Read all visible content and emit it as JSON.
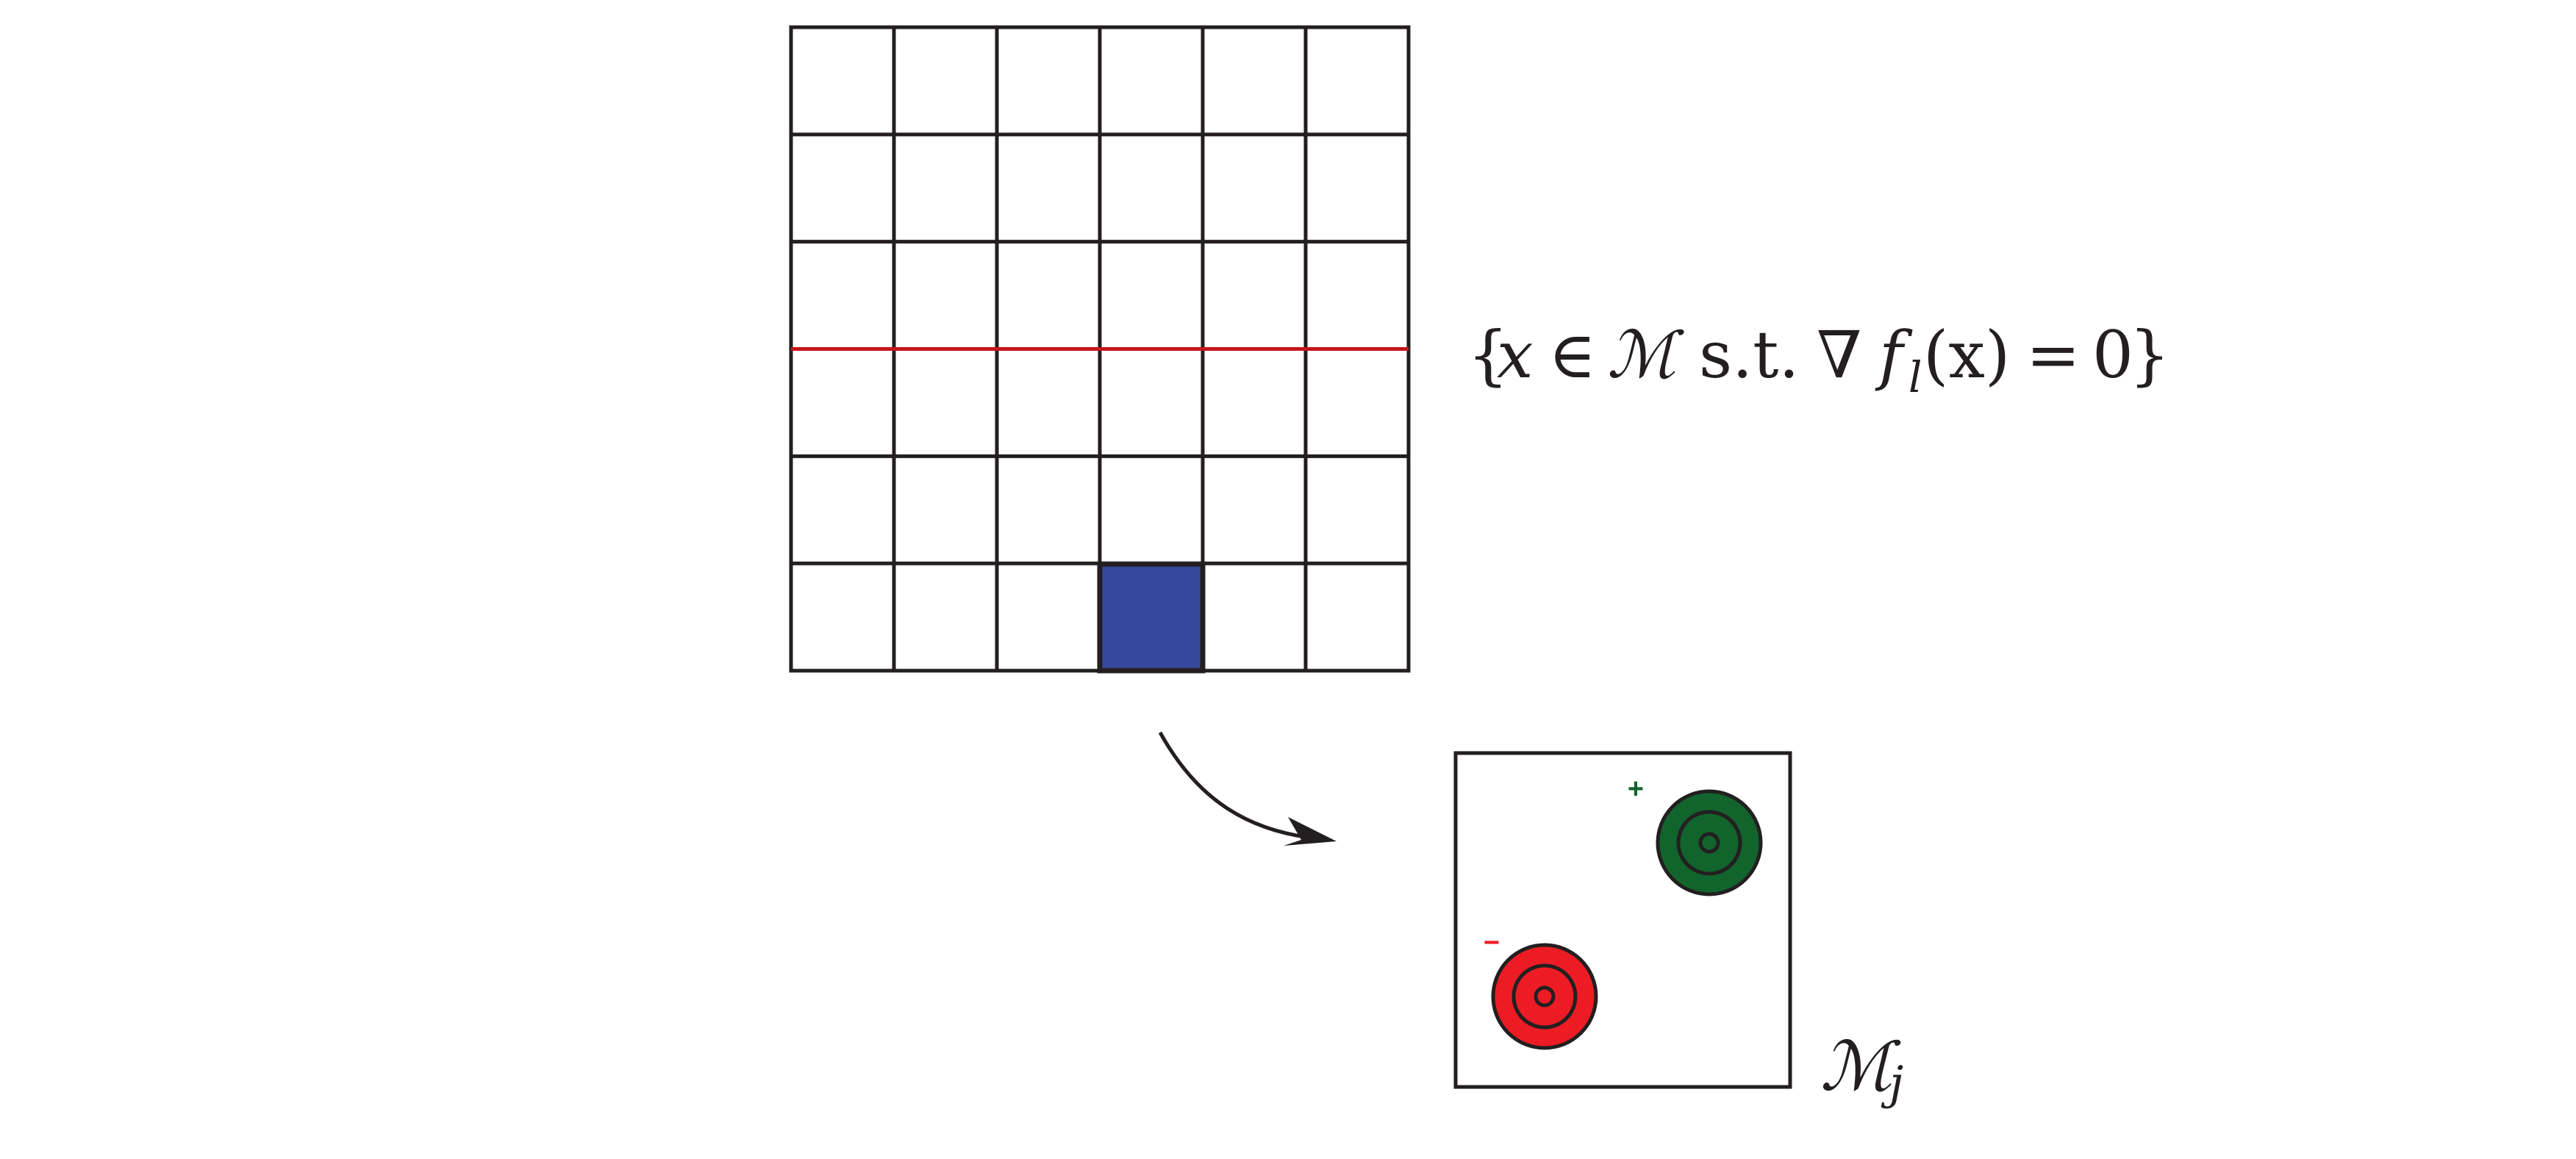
{
  "grid": {
    "rows": 6,
    "cols": 6,
    "highlighted_cell": {
      "row": 5,
      "col": 3
    },
    "red_line_boundary": 3
  },
  "equation": {
    "open_brace": "{",
    "var_x": "x",
    "elem_of": "∈",
    "manifold": "ℳ",
    "such_that": "s.t.",
    "nabla": "∇",
    "func": "f",
    "func_sub": "l",
    "arg": "(x)",
    "equals": "=",
    "zero": "0",
    "close_brace": "}"
  },
  "detail_box": {
    "label": "ℳ",
    "label_sub": "j",
    "plus_sign": "+",
    "minus_sign": "−"
  },
  "colors": {
    "grid_stroke": "#231f20",
    "red_line": "#c4161c",
    "blue_cell": "#36489c",
    "green_blob": "#12642d",
    "green_sign": "#12642d",
    "red_blob": "#ed1c24",
    "red_sign": "#ed1c24",
    "arrow": "#231f20"
  }
}
